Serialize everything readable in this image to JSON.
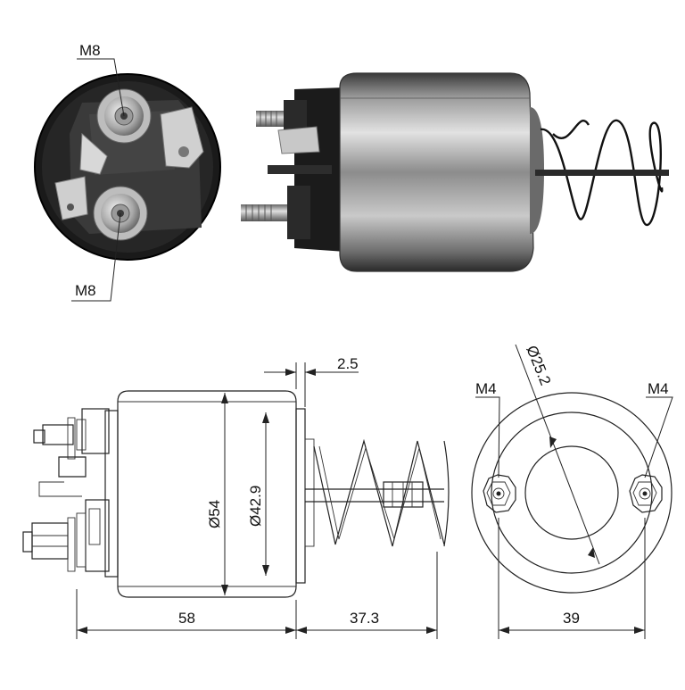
{
  "photo_labels": {
    "top_terminal": "M8",
    "bottom_terminal": "M8"
  },
  "dimensions": {
    "flange_thickness": "2.5",
    "outer_diameter": "Ø54",
    "inner_diameter": "Ø42.9",
    "body_length": "58",
    "spring_length": "37.3",
    "center_bore": "Ø25.2",
    "left_mount_thread": "M4",
    "right_mount_thread": "M4",
    "mount_spacing": "39"
  }
}
